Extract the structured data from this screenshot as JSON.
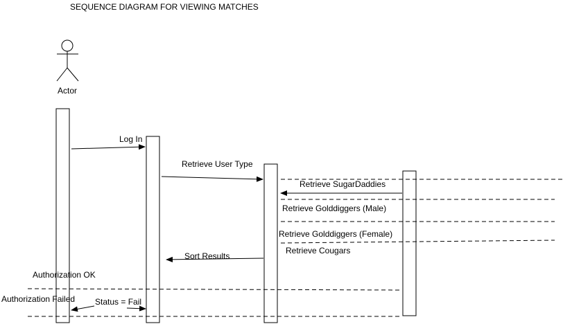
{
  "title": "SEQUENCE DIAGRAM FOR VIEWING MATCHES",
  "actor": {
    "label": "Actor"
  },
  "messages": {
    "login": "Log In",
    "retrieve_user_type": "Retrieve User Type",
    "retrieve_sugardaddies": "Retrieve SugarDaddies",
    "retrieve_golddiggers_male": "Retrieve Golddiggers (Male)",
    "retrieve_golddiggers_female": "Retrieve Golddiggers (Female)",
    "retrieve_cougars": "Retrieve Cougars",
    "sort_results": "Sort Results",
    "authorization_ok": "Authorization OK",
    "authorization_failed": "Authorization Failed",
    "status_fail": "Status = Fail"
  }
}
